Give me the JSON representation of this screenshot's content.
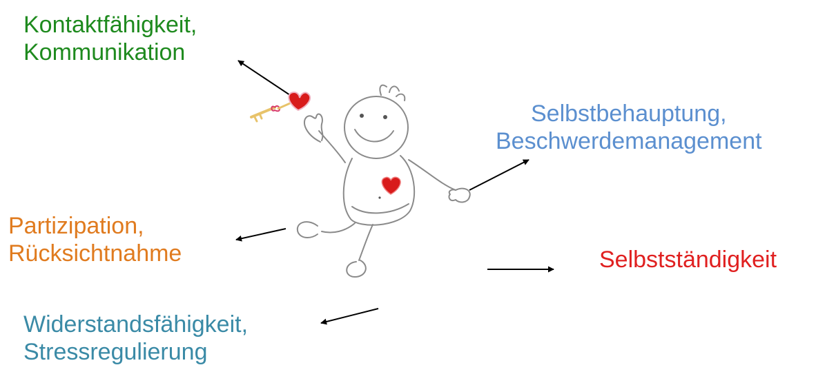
{
  "labels": {
    "kontakt": {
      "line1": "Kontaktfähigkeit,",
      "line2": "Kommunikation",
      "color": "#1e8a1e"
    },
    "selbstbehauptung": {
      "line1": "Selbstbehauptung,",
      "line2": "Beschwerdemanagement",
      "color": "#5b8fcf"
    },
    "partizipation": {
      "line1": "Partizipation,",
      "line2": "Rücksichtnahme",
      "color": "#e07b1f"
    },
    "selbststaendigkeit": {
      "line1": "Selbstständigkeit",
      "color": "#e02020"
    },
    "widerstand": {
      "line1": "Widerstandsfähigkeit,",
      "line2": "Stressregulierung",
      "color": "#3a8aa6"
    }
  },
  "colors": {
    "arrow": "#000000",
    "figure_stroke": "#8a8a8a",
    "heart": "#d81b1b",
    "key": "#e8c36a"
  }
}
